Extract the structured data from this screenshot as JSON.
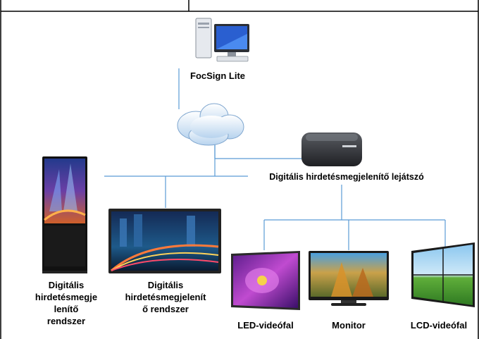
{
  "nodes": {
    "server": {
      "label": "FocSign Lite"
    },
    "player": {
      "label": "Digitális hirdetésmegjelenítő lejátszó"
    },
    "kiosk": {
      "label_lines": [
        "Digitális",
        "hirdetésmegje",
        "lenítő",
        "rendszer"
      ]
    },
    "wall_display": {
      "label_lines": [
        "Digitális",
        "hirdetésmegjelenít",
        "ő rendszer"
      ]
    },
    "led_wall": {
      "label": "LED-videófal"
    },
    "monitor": {
      "label": "Monitor"
    },
    "lcd_wall": {
      "label": "LCD-videófal"
    }
  },
  "colors": {
    "connector": "#5b9bd5",
    "cloud": "#cfe3f5",
    "border": "#000000"
  }
}
